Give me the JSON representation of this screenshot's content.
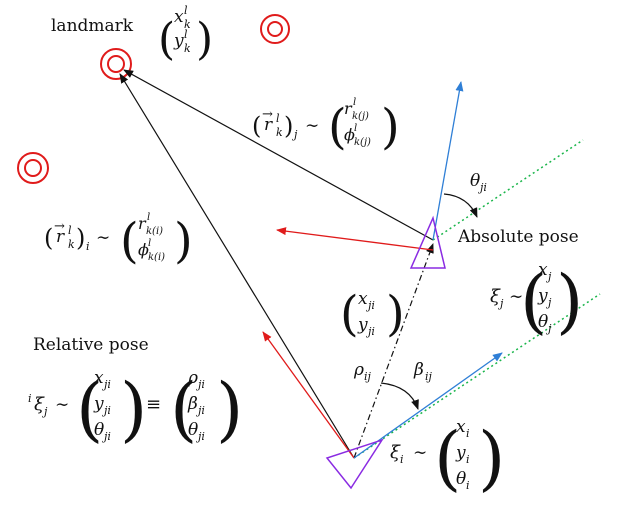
{
  "labels": {
    "landmark": "landmark",
    "absolute_pose": "Absolute pose",
    "relative_pose": "Relative pose"
  },
  "symbols": {
    "x": "x",
    "y": "y",
    "theta": "θ",
    "xi": "ξ",
    "rho": "ρ",
    "beta": "β",
    "r": "r",
    "phi": "ϕ",
    "sim": "∼",
    "equiv": "≡",
    "arrow": "→",
    "sup_l": "l",
    "sub_k": "k",
    "sub_i": "i",
    "sub_j": "j",
    "sub_ji": "ji",
    "sub_ij": "ij",
    "sub_kj": "k(j)",
    "sub_ki": "k(i)",
    "pre_i": "i"
  },
  "colors": {
    "black": "#111111",
    "red": "#e01b1b",
    "blue": "#2f7fd6",
    "green": "#19b54a",
    "purple": "#8a2be2",
    "landmark": "#e01b1b"
  }
}
